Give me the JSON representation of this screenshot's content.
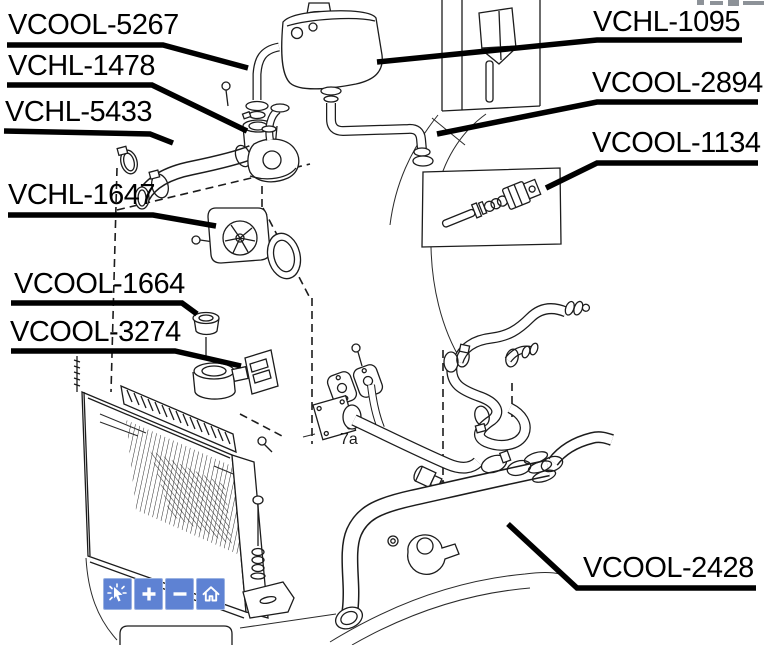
{
  "parts": {
    "left": [
      {
        "code": "VCOOL-5267"
      },
      {
        "code": "VCHL-1478"
      },
      {
        "code": "VCHL-5433"
      },
      {
        "code": "VCHL-1647"
      },
      {
        "code": "VCOOL-1664"
      },
      {
        "code": "VCOOL-3274"
      }
    ],
    "right": [
      {
        "code": "VCHL-1095"
      },
      {
        "code": "VCOOL-2894"
      },
      {
        "code": "VCOOL-1134"
      },
      {
        "code": "VCOOL-2428"
      }
    ]
  },
  "figure": {
    "callout": "7a"
  },
  "toolbar": {
    "buttons": [
      {
        "id": "pointer",
        "icon": "cursor-arrow-icon"
      },
      {
        "id": "zoom-in",
        "icon": "plus-icon"
      },
      {
        "id": "zoom-out",
        "icon": "minus-icon"
      },
      {
        "id": "home",
        "icon": "home-icon"
      }
    ],
    "button_color": "#5e82d3",
    "button_border_color": "#9bb3e2",
    "icon_color": "#ffffff"
  },
  "colors": {
    "background": "#ffffff",
    "line_art": "#1c1c1c",
    "label_text": "#000000"
  }
}
